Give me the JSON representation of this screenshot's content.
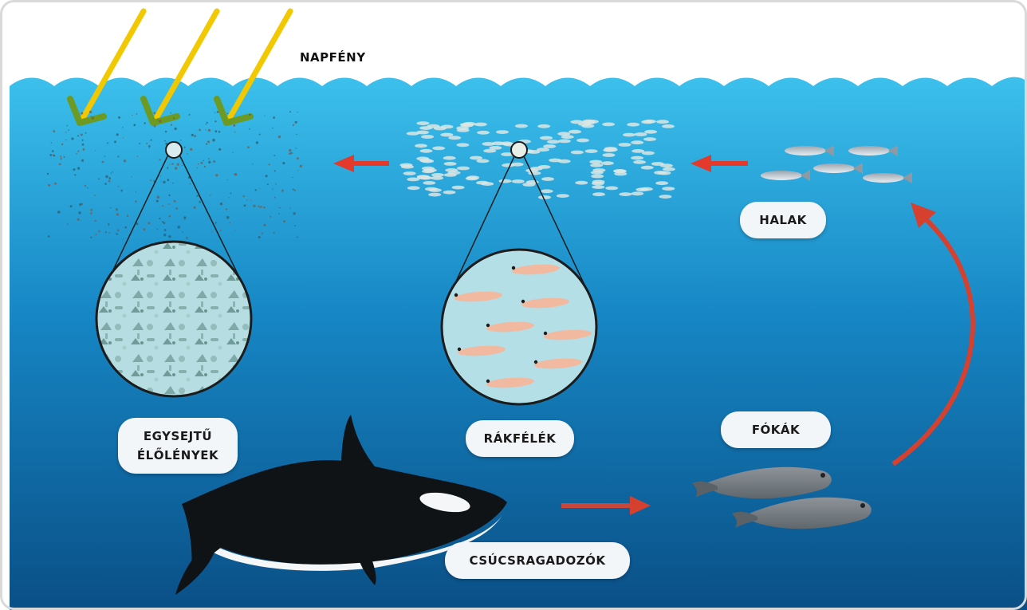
{
  "labels": {
    "sunlight": "NAPFÉNY",
    "single_cell_line1": "EGYSEJTŰ",
    "single_cell_line2": "ÉLŐLÉNYEK",
    "crustaceans": "RÁKFÉLÉK",
    "fish": "HALAK",
    "seals": "FÓKÁK",
    "apex_predators": "CSÚCSRAGADOZÓK"
  },
  "colors": {
    "sky": "#ffffff",
    "water_top": "#3cc0ec",
    "water_bottom": "#0a4f86",
    "sun_ray": "#f2c800",
    "ray_arrowhead": "#6c9a22",
    "food_arrow": "#e33a2c",
    "label_bg": "#f3f6f9"
  },
  "flows": [
    {
      "from": "apex_predators",
      "to": "seals"
    },
    {
      "from": "seals",
      "to": "fish"
    },
    {
      "from": "fish",
      "to": "crustaceans"
    },
    {
      "from": "crustaceans",
      "to": "single_cell"
    }
  ]
}
